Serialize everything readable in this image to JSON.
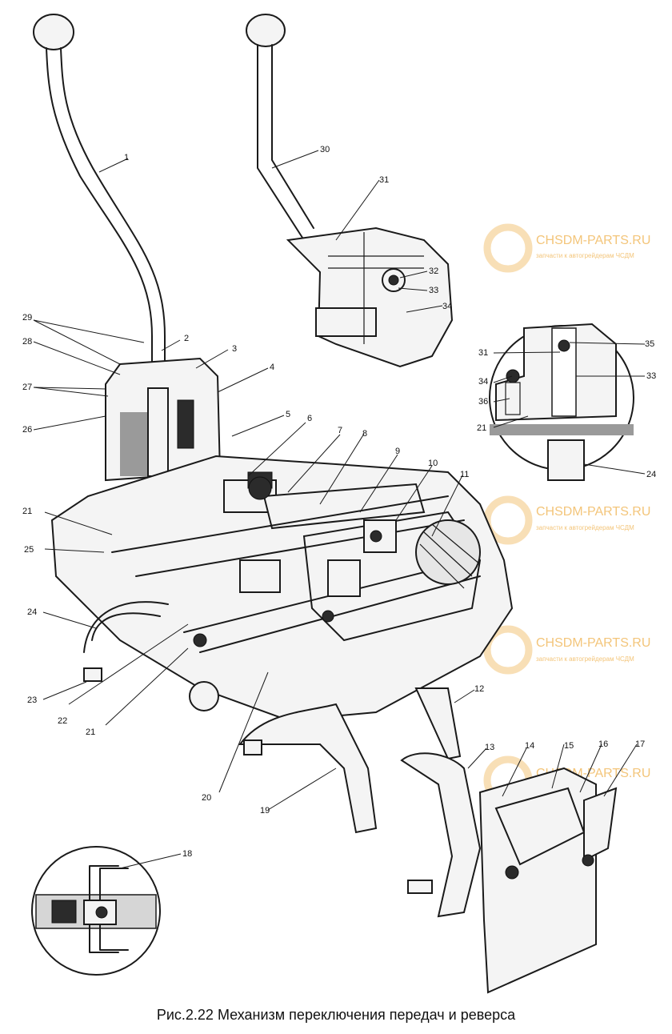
{
  "caption": "Рис.2.22 Механизм переключения передач и реверса",
  "watermark": {
    "title": "CHSDM-PARTS.RU",
    "subtitle": "запчасти к автогрейдерам ЧСДМ",
    "color": "#f3c57a"
  },
  "callouts": {
    "c1": "1",
    "c2": "2",
    "c3": "3",
    "c4": "4",
    "c5": "5",
    "c6": "6",
    "c7": "7",
    "c8": "8",
    "c9": "9",
    "c10": "10",
    "c11": "11",
    "c12": "12",
    "c13": "13",
    "c14": "14",
    "c15": "15",
    "c16": "16",
    "c17": "17",
    "c18": "18",
    "c19": "19",
    "c20": "20",
    "c21a": "21",
    "c21b": "21",
    "c21c": "21",
    "c22": "22",
    "c23": "23",
    "c24": "24",
    "c24b": "24",
    "c25": "25",
    "c26": "26",
    "c27": "27",
    "c28": "28",
    "c29": "29",
    "c30": "30",
    "c31": "31",
    "c31b": "31",
    "c32": "32",
    "c33": "33",
    "c33b": "33",
    "c34": "34",
    "c34b": "34",
    "c35": "35",
    "c36": "36"
  }
}
